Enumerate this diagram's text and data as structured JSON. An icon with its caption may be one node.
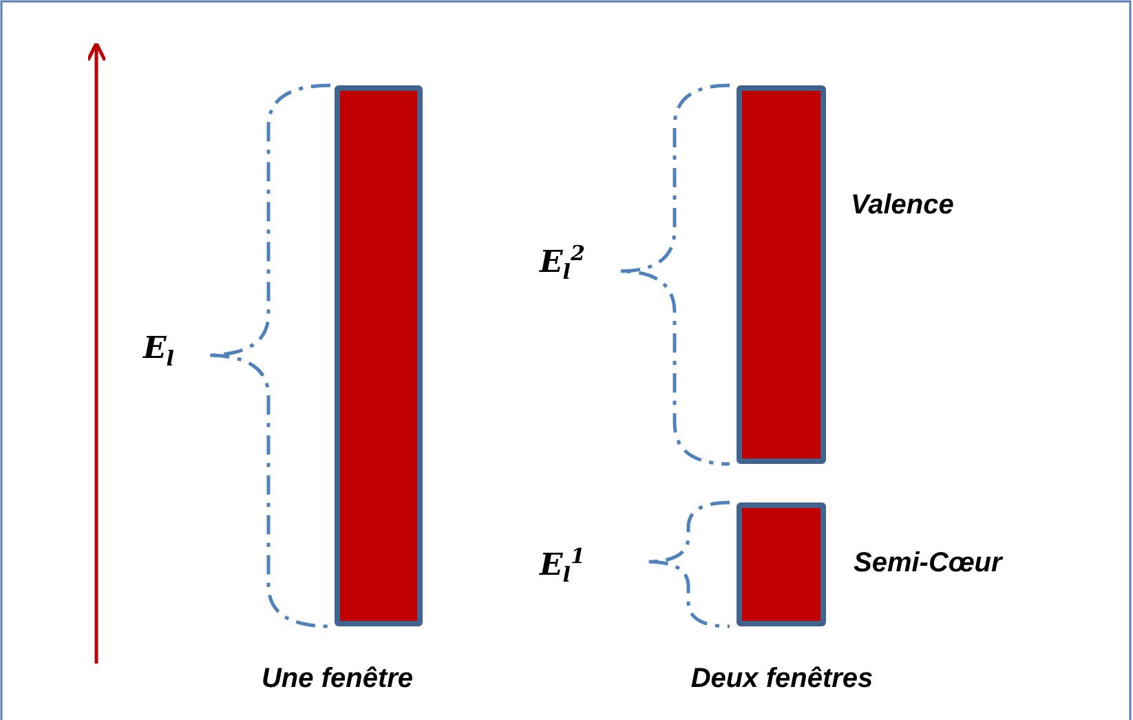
{
  "diagram": {
    "nodes": [
      {
        "text": [],
        "shape": "bar"
      },
      {
        "text": [],
        "shape": "bar",
        "beside": [
          "Valence"
        ]
      },
      {
        "text": [],
        "shape": "bar",
        "beside": [
          "Semi-Cœur"
        ]
      }
    ],
    "labels": [
      "E$_{l}$",
      "E$_{l}$$^{2}$",
      "E$_{l}$$^{1}$",
      "Une fenêtre",
      "Deux fenêtres"
    ]
  }
}
